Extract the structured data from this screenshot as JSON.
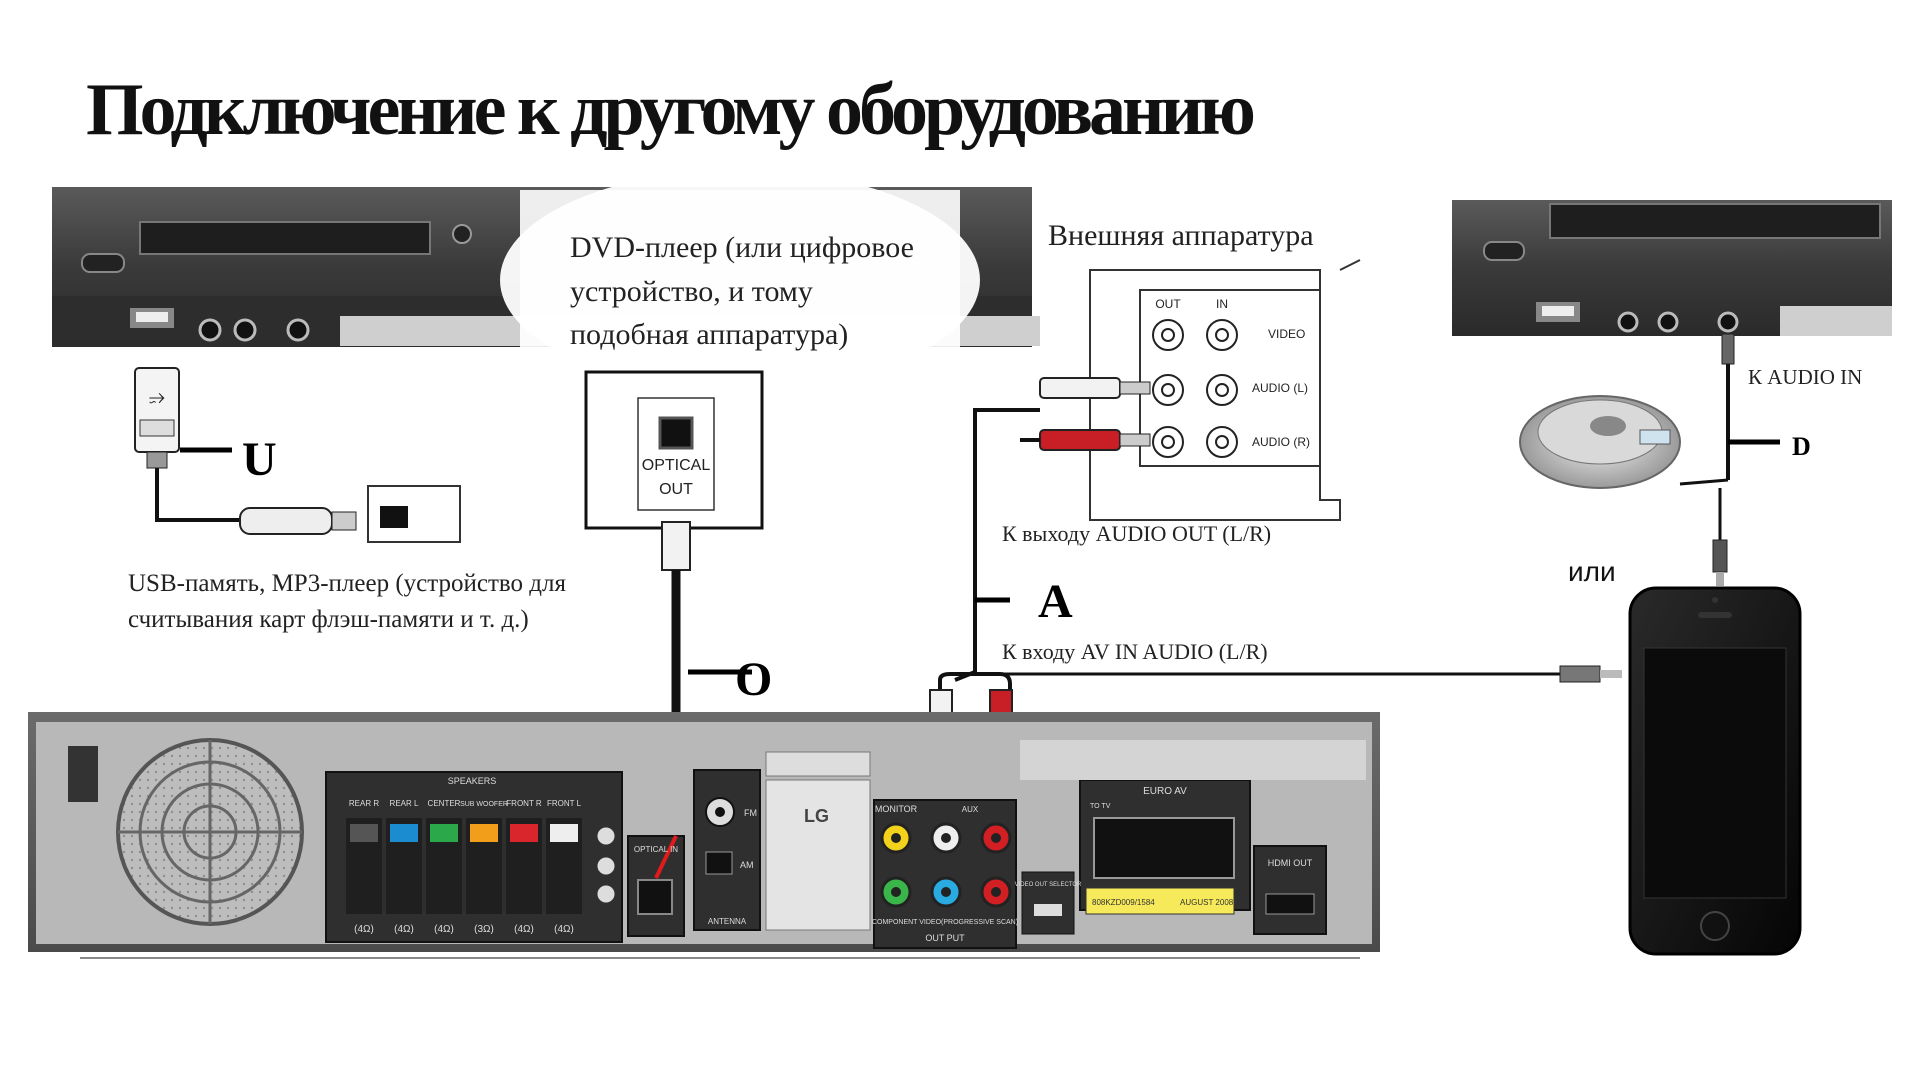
{
  "title": "Подключение к другому оборудованию",
  "dvd_label": [
    "DVD-плеер (или цифровое",
    "устройство, и тому",
    "подобная аппаратура)"
  ],
  "external_label": "Внешняя аппаратура",
  "usb_label": [
    "USB-память, MP3-плеер (устройство для",
    "считывания карт флэш-памяти и т. д.)"
  ],
  "to_audio_out": "К выходу AUDIO OUT (L/R)",
  "to_av_in": "К входу AV IN AUDIO (L/R)",
  "to_audio_in": "К AUDIO IN",
  "or_label": "или",
  "letters": {
    "u": "U",
    "o": "O",
    "a": "A",
    "d": "D"
  },
  "optical": {
    "line1": "OPTICAL",
    "line2": "OUT"
  },
  "ext_panel": {
    "out": "OUT",
    "in": "IN",
    "video": "VIDEO",
    "audio_l": "AUDIO (L)",
    "audio_r": "AUDIO (R)"
  },
  "receiver": {
    "speakers": "SPEAKERS",
    "speaker_cols": [
      "REAR R",
      "REAR L",
      "CENTER",
      "SUB WOOFER",
      "FRONT R",
      "FRONT L"
    ],
    "impedances": [
      "(4Ω)",
      "(4Ω)",
      "(4Ω)",
      "(3Ω)",
      "(4Ω)",
      "(4Ω)"
    ],
    "optical_in": "OPTICAL IN",
    "fm": "FM",
    "am": "AM",
    "antenna": "ANTENNA",
    "brand": "LG",
    "monitor": "MONITOR",
    "aux": "AUX",
    "component": "COMPONENT VIDEO(PROGRESSIVE SCAN)",
    "output": "OUT PUT",
    "video_out_selector": "VIDEO OUT SELECTOR",
    "euro_av": "EURO AV",
    "to_tv": "TO TV",
    "hdmi_out": "HDMI OUT",
    "serial": "808KZD009/1584",
    "date": "AUGUST 2008"
  },
  "colors": {
    "jack_yellow": "#f2d21b",
    "jack_green": "#39b54a",
    "jack_blue": "#29abe2",
    "jack_red": "#d11f24",
    "terminal_blue": "#1a8ccf",
    "terminal_green": "#2aa84a",
    "terminal_orange": "#f29e1b",
    "terminal_red": "#d9262c",
    "sticker_yellow": "#f6ea5a",
    "optical_arrow": "#e01b1b"
  }
}
